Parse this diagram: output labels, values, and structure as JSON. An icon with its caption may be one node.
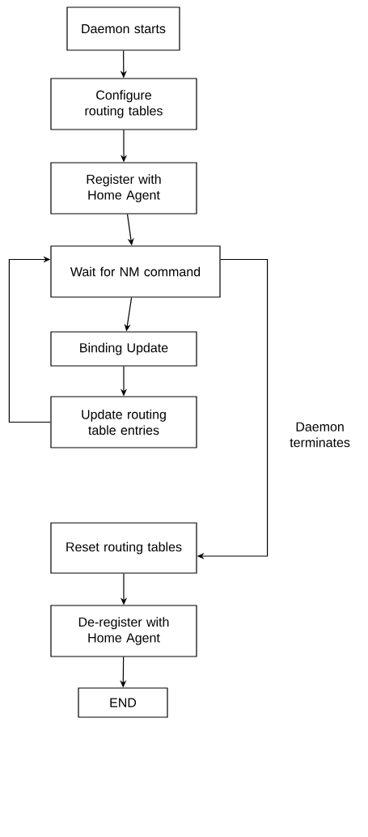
{
  "diagram": {
    "nodes": [
      {
        "text": [
          "Daemon starts"
        ]
      },
      {
        "text": [
          "Configure routing tables"
        ]
      },
      {
        "text": [
          "Register with Home Agent"
        ]
      },
      {
        "text": [
          "Wait for NM command"
        ]
      },
      {
        "text": [
          "Binding Update"
        ]
      },
      {
        "text": [
          "Update routing table entries"
        ]
      },
      {
        "text": [
          "Reset routing tables"
        ]
      },
      {
        "text": [
          "De-register with Home Agent"
        ]
      },
      {
        "text": [
          "END"
        ]
      }
    ],
    "edges": [
      {
        "from": 0,
        "to": 1,
        "arrow": "to"
      },
      {
        "from": 1,
        "to": 2,
        "arrow": "to"
      },
      {
        "from": 2,
        "to": 3,
        "arrow": "to"
      },
      {
        "from": 3,
        "to": 4,
        "arrow": "to"
      },
      {
        "from": 4,
        "to": 5,
        "arrow": "to"
      },
      {
        "from": 5,
        "to": 3,
        "arrow": "to"
      },
      {
        "from": 3,
        "to": 6,
        "arrow": "to",
        "label": "Daemon terminates"
      },
      {
        "from": 6,
        "to": 7,
        "arrow": "to"
      },
      {
        "from": 7,
        "to": 8,
        "arrow": "to"
      }
    ]
  }
}
